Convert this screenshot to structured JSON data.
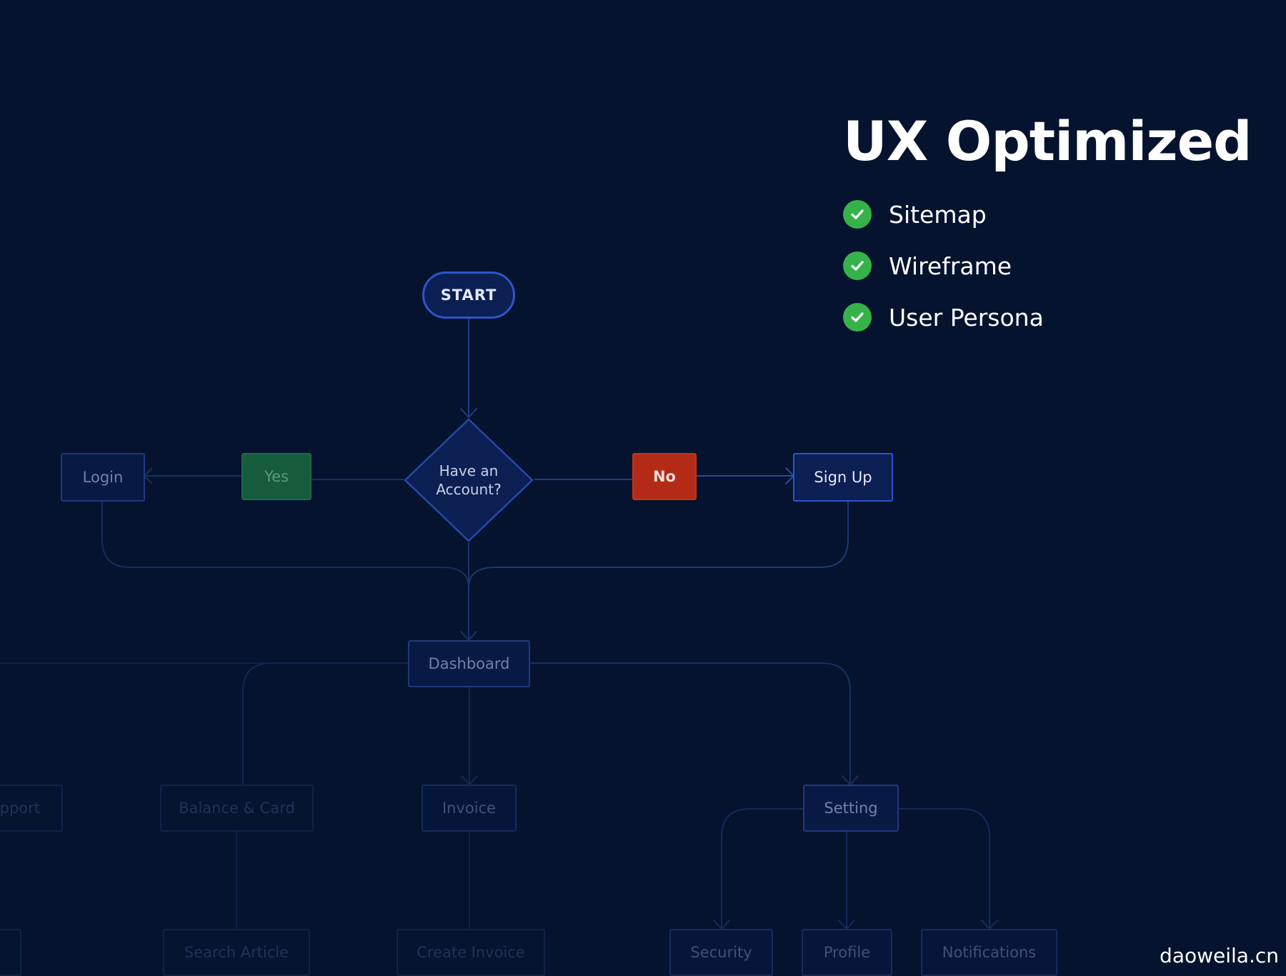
{
  "panel": {
    "title": "UX Optimized",
    "features": [
      {
        "label": "Sitemap",
        "icon": "check-circle-icon"
      },
      {
        "label": "Wireframe",
        "icon": "check-circle-icon"
      },
      {
        "label": "User Persona",
        "icon": "check-circle-icon"
      }
    ]
  },
  "flowchart": {
    "start": "START",
    "decision": {
      "line1": "Have an",
      "line2": "Account?"
    },
    "yes": "Yes",
    "no": "No",
    "login": "Login",
    "signup": "Sign Up",
    "dashboard": "Dashboard",
    "support": "pport",
    "balance": "Balance & Card",
    "invoice": "Invoice",
    "setting": "Setting",
    "search_article": "Search Article",
    "create_invoice": "Create Invoice",
    "security": "Security",
    "profile": "Profile",
    "notifications": "Notifications"
  },
  "watermark": "daoweila.cn",
  "colors": {
    "background": "#05132f",
    "node_border": "#2c55c8",
    "yes": "#155c3c",
    "no": "#b32b16",
    "check": "#35b34a"
  }
}
